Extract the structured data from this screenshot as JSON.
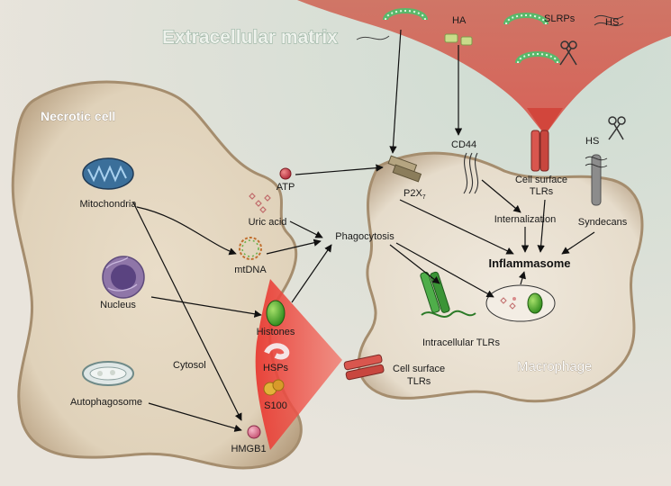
{
  "title": "Extracellular matrix",
  "cells": {
    "necrotic": "Necrotic cell",
    "macrophage": "Macrophage",
    "cytosol": "Cytosol"
  },
  "ecm_labels": {
    "ha": "HA",
    "slrps": "SLRPs",
    "hs_top": "HS",
    "hs_right": "HS"
  },
  "organelles": {
    "mitochondria": "Mitochondria",
    "nucleus": "Nucleus",
    "autophagosome": "Autophagosome"
  },
  "damps": {
    "atp": "ATP",
    "uric_acid": "Uric acid",
    "mtdna": "mtDNA",
    "histones": "Histones",
    "hsps": "HSPs",
    "s100": "S100",
    "hmgb1": "HMGB1"
  },
  "processes": {
    "phagocytosis": "Phagocytosis",
    "internalization": "Internalization",
    "inflammasome": "Inflammasome"
  },
  "receptors": {
    "cd44": "CD44",
    "p2x7": "P2X",
    "p2x7_sub": "7",
    "cell_surface_tlrs_top_1": "Cell surface",
    "cell_surface_tlrs_top_2": "TLRs",
    "cell_surface_tlrs_left_1": "Cell surface",
    "cell_surface_tlrs_left_2": "TLRs",
    "intracellular_tlrs": "Intracellular TLRs",
    "syndecans": "Syndecans"
  }
}
